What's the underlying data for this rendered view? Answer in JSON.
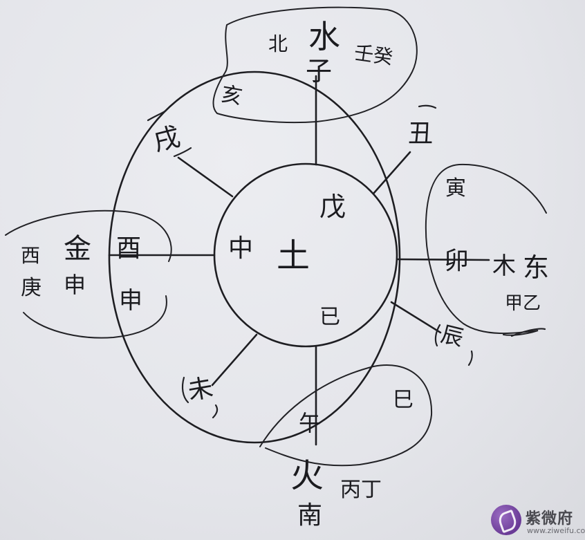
{
  "center": {
    "element": "土",
    "direction": "中",
    "stems": [
      "戊",
      "已"
    ]
  },
  "north": {
    "direction": "北",
    "element": "水",
    "stems": "壬癸",
    "branches": [
      "子",
      "亥"
    ]
  },
  "ring_branches": {
    "chou": "丑",
    "xu": "戌",
    "chen": "辰",
    "wei": "未"
  },
  "east": {
    "element": "木",
    "direction": "东",
    "stems": "甲乙",
    "branches": [
      "寅",
      "卯"
    ]
  },
  "west": {
    "direction": "西",
    "element": "金",
    "stems_line": [
      "庚",
      "申"
    ],
    "branches": [
      "酉",
      "申"
    ]
  },
  "south": {
    "element": "火",
    "direction": "南",
    "stems": "丙丁",
    "branches": [
      "午",
      "巳"
    ]
  },
  "watermark": {
    "name": "紫微府",
    "url": "www.ziweifu.com"
  }
}
